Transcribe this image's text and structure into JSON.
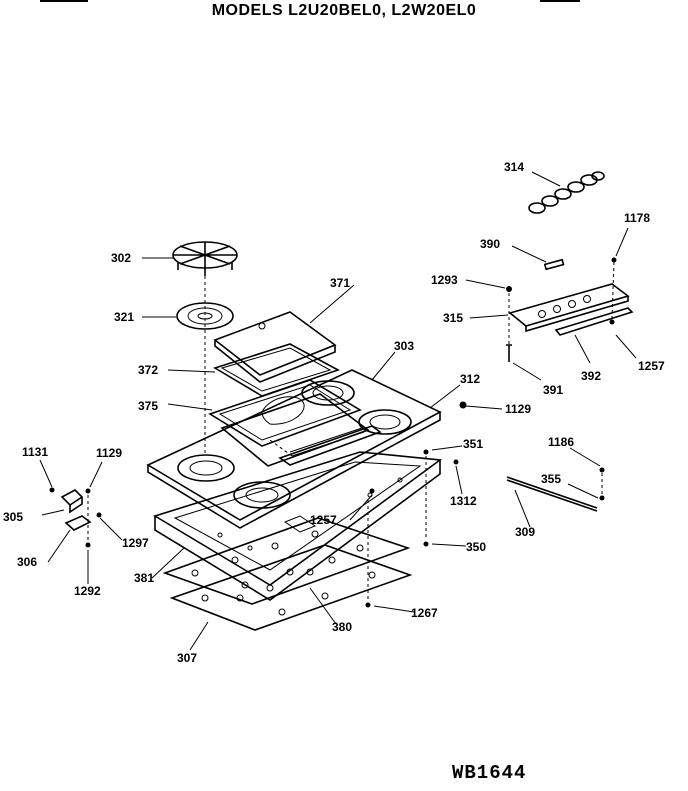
{
  "title": "MODELS L2U20BEL0, L2W20EL0",
  "ref_code": "WB1644",
  "callouts": [
    {
      "id": "c314",
      "label": "314"
    },
    {
      "id": "c1178",
      "label": "1178"
    },
    {
      "id": "c390",
      "label": "390"
    },
    {
      "id": "c1293",
      "label": "1293"
    },
    {
      "id": "c315",
      "label": "315"
    },
    {
      "id": "c391",
      "label": "391"
    },
    {
      "id": "c392",
      "label": "392"
    },
    {
      "id": "c1257a",
      "label": "1257"
    },
    {
      "id": "c302",
      "label": "302"
    },
    {
      "id": "c371",
      "label": "371"
    },
    {
      "id": "c321",
      "label": "321"
    },
    {
      "id": "c303",
      "label": "303"
    },
    {
      "id": "c372",
      "label": "372"
    },
    {
      "id": "c312",
      "label": "312"
    },
    {
      "id": "c1129a",
      "label": "1129"
    },
    {
      "id": "c375",
      "label": "375"
    },
    {
      "id": "c351",
      "label": "351"
    },
    {
      "id": "c1186",
      "label": "1186"
    },
    {
      "id": "c1131",
      "label": "1131"
    },
    {
      "id": "c1129b",
      "label": "1129"
    },
    {
      "id": "c355",
      "label": "355"
    },
    {
      "id": "c1312",
      "label": "1312"
    },
    {
      "id": "c305",
      "label": "305"
    },
    {
      "id": "c1257b",
      "label": "1257"
    },
    {
      "id": "c309",
      "label": "309"
    },
    {
      "id": "c1297",
      "label": "1297"
    },
    {
      "id": "c350",
      "label": "350"
    },
    {
      "id": "c306",
      "label": "306"
    },
    {
      "id": "c381",
      "label": "381"
    },
    {
      "id": "c1292",
      "label": "1292"
    },
    {
      "id": "c1267",
      "label": "1267"
    },
    {
      "id": "c380",
      "label": "380"
    },
    {
      "id": "c307",
      "label": "307"
    }
  ]
}
